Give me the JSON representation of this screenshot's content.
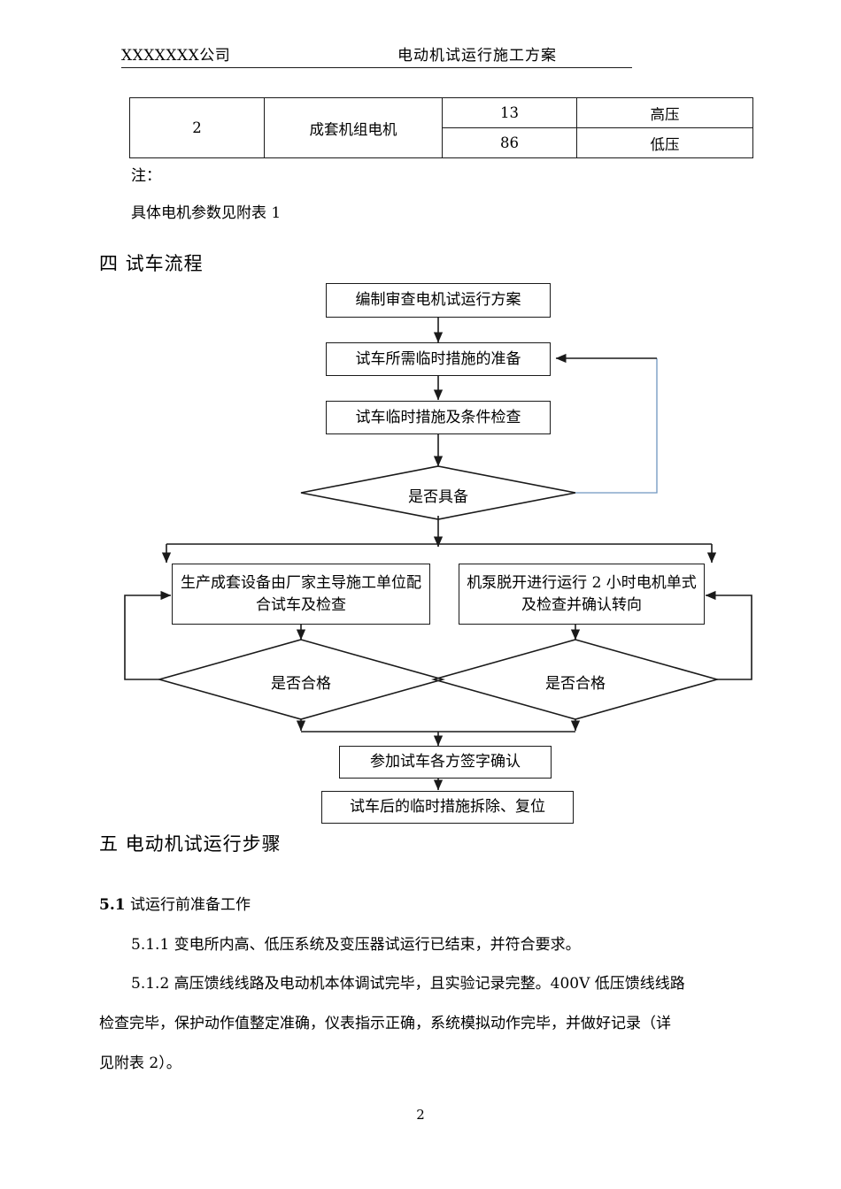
{
  "header": {
    "left": "XXXXXXX公司",
    "right": "电动机试运行施工方案"
  },
  "table": {
    "rows": [
      {
        "no": "2",
        "name": "成套机组电机",
        "qty": "13",
        "type": "高压"
      },
      {
        "no": "",
        "name": "",
        "qty": "86",
        "type": "低压"
      }
    ]
  },
  "notes": {
    "label": "注：",
    "body": "具体电机参数见附表 1"
  },
  "sections": {
    "four": "四  试车流程",
    "five": "五  电动机试运行步骤",
    "sub_51_number": "5.1",
    "sub_51_title": " 试运行前准备工作"
  },
  "paragraphs": {
    "p511": "5.1.1  变电所内高、低压系统及变压器试运行已结束，并符合要求。",
    "p512_line1": "5.1.2  高压馈线线路及电动机本体调试完毕，且实验记录完整。400V 低压馈线线路",
    "p512_line2": "检查完毕，保护动作值整定准确，仪表指示正确，系统模拟动作完毕，并做好记录（详",
    "p512_line3": "见附表 2）。"
  },
  "flowchart": {
    "node1": "编制审查电机试运行方案",
    "node2": "试车所需临时措施的准备",
    "node3": "试车临时措施及条件检查",
    "decision1": "是否具备",
    "branch_left": "生产成套设备由厂家主导施工单位配合试车及检查",
    "branch_right": "机泵脱开进行运行 2 小时电机单式及检查并确认转向",
    "decision2_left": "是否合格",
    "decision2_right": "是否合格",
    "node_sign": "参加试车各方签字确认",
    "node_restore": "试车后的临时措施拆除、复位",
    "feedback_line_color": "#6f96c0",
    "line_color": "#1a1a1a"
  },
  "footer": {
    "page_number": "2"
  }
}
